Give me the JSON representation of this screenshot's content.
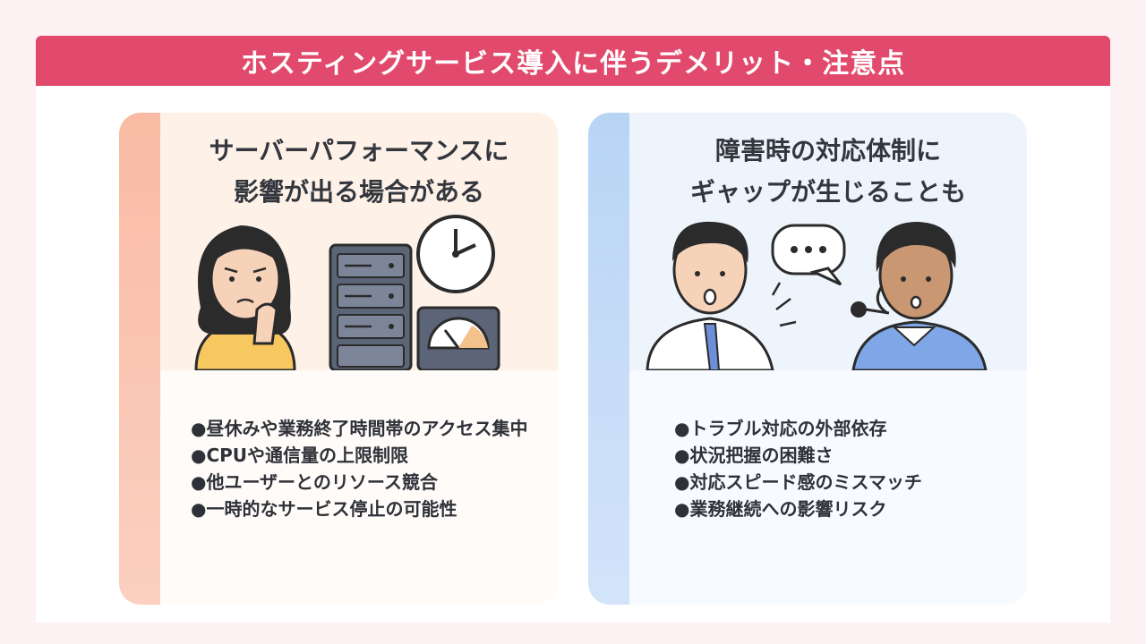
{
  "header": {
    "title": "ホスティングサービス導入に伴うデメリット・注意点"
  },
  "cards": [
    {
      "title_line1": "サーバーパフォーマンスに",
      "title_line2": "影響が出る場合がある",
      "bullets": [
        "●昼休みや業務終了時間帯のアクセス集中",
        "●CPUや通信量の上限制限",
        "●他ユーザーとのリソース競合",
        "●一時的なサービス停止の可能性"
      ]
    },
    {
      "title_line1": "障害時の対応体制に",
      "title_line2": "ギャップが生じることも",
      "bullets": [
        "●トラブル対応の外部依存",
        "●状況把握の困難さ",
        "●対応スピード感のミスマッチ",
        "●業務継続への影響リスク"
      ]
    }
  ],
  "colors": {
    "header_bg": "#e14a6c",
    "left_accent": "#f9bba4",
    "right_accent": "#b8d4f5",
    "text": "#2e3138"
  }
}
